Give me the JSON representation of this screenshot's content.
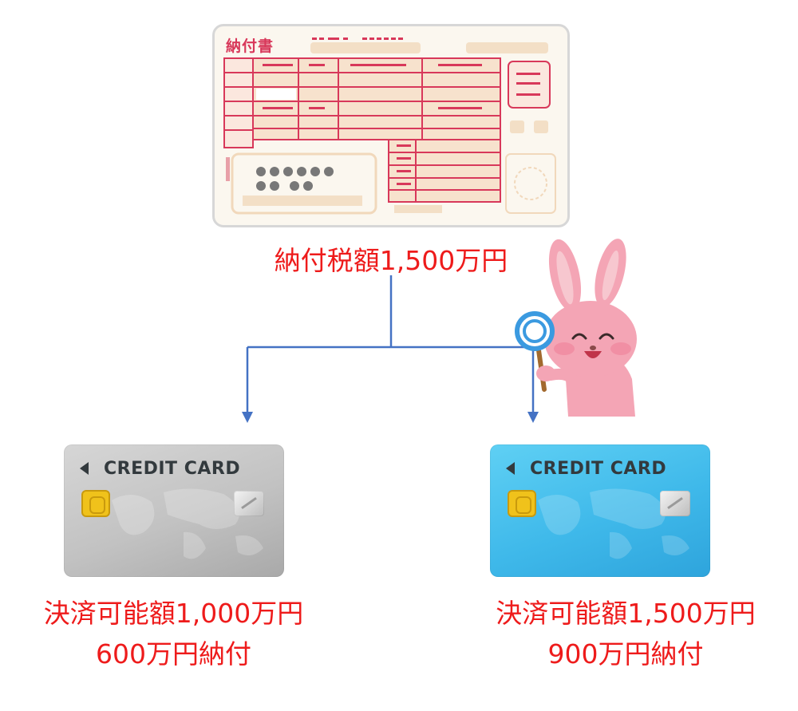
{
  "slip": {
    "title": "納付書",
    "total_caption": "納付税額1,500万円"
  },
  "cards": {
    "left": {
      "brand": "CREDIT CARD",
      "caption_limit": "決済可能額1,000万円",
      "caption_paid": "600万円納付",
      "color": "#c8c8c8"
    },
    "right": {
      "brand": "CREDIT CARD",
      "caption_limit": "決済可能額1,500万円",
      "caption_paid": "900万円納付",
      "color": "#3fb9ea"
    }
  },
  "colors": {
    "caption": "#ee1b1b",
    "connector": "#4472c4",
    "slip_accent": "#d8385a"
  }
}
